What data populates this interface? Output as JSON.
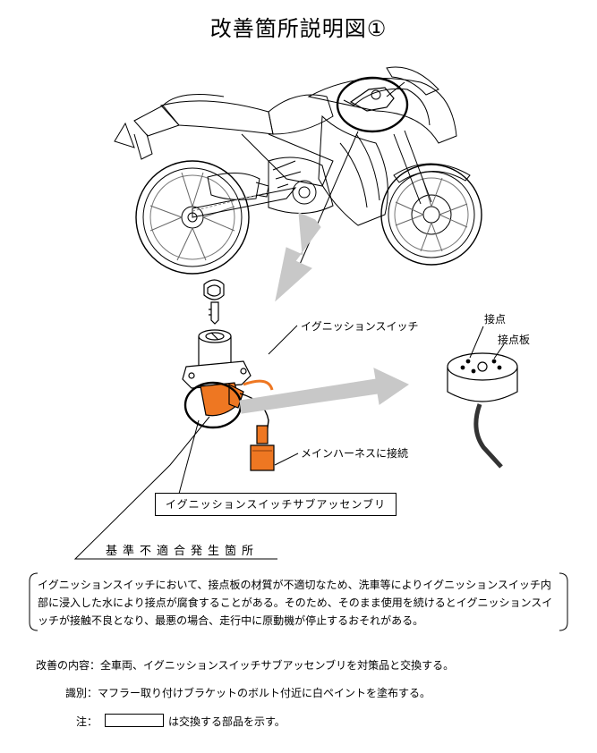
{
  "page": {
    "title": "改善箇所説明図①"
  },
  "labels": {
    "ignition_switch": "イグニッションスイッチ",
    "contact": "接点",
    "contact_plate": "接点板",
    "main_harness": "メインハーネスに接続",
    "sub_assembly": "イグニッションスイッチサブアッセンブリ"
  },
  "defect": {
    "heading": "基準不適合発生箇所",
    "description": "イグニッションスイッチにおいて、接点板の材質が不適切なため、洗車等によりイグニッションスイッチ内部に浸入した水により接点が腐食することがある。そのため、そのまま使用を続けるとイグニッションスイッチが接触不良となり、最悪の場合、走行中に原動機が停止するおそれがある。"
  },
  "notes": {
    "improvement": "改善の内容：全車両、イグニッションスイッチサブアッセンブリを対策品と交換する。",
    "identification": "識別：マフラー取り付けブラケットのボルト付近に白ペイントを塗布する。",
    "legend_prefix": "注：",
    "legend_suffix": "は交換する部品を示す。"
  },
  "colors": {
    "replaced_part": "#ee7722",
    "arrow": "#c8c8c8",
    "line": "#000000"
  }
}
